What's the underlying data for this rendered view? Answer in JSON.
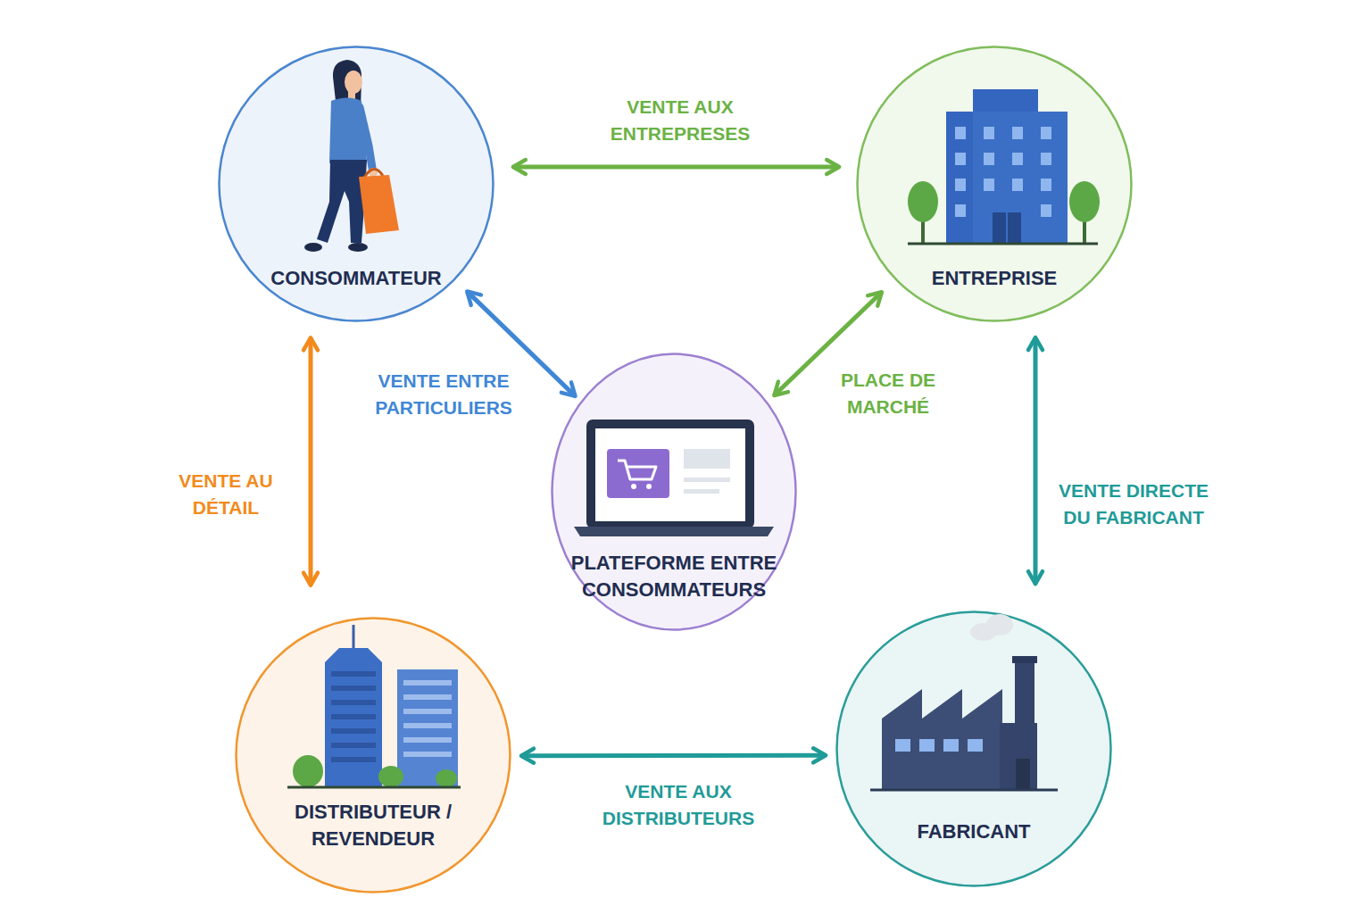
{
  "diagram": {
    "nodes": [
      {
        "text": [
          "CONSOMMATEUR"
        ]
      },
      {
        "text": [
          "ENTREPRISE"
        ]
      },
      {
        "text": [
          "PLATEFORME ENTRE CONSOMMATEURS"
        ]
      },
      {
        "text": [
          "DISTRIBUTEUR / REVENDEUR"
        ]
      },
      {
        "text": [
          "FABRICANT"
        ]
      }
    ],
    "edges": [
      {
        "from": 0,
        "to": 1,
        "label": "VENTE AUX ENTREPRESES",
        "arrow": "both"
      },
      {
        "from": 0,
        "to": 2,
        "label": "VENTE ENTRE PARTICULIERS",
        "arrow": "both"
      },
      {
        "from": 1,
        "to": 2,
        "label": "PLACE DE MARCHÉ",
        "arrow": "both"
      },
      {
        "from": 0,
        "to": 3,
        "label": "VENTE AU DÉTAIL",
        "arrow": "both"
      },
      {
        "from": 1,
        "to": 4,
        "label": "VENTE DIRECTE DU FABRICANT",
        "arrow": "both"
      },
      {
        "from": 3,
        "to": 4,
        "label": "VENTE AUX DISTRIBUTEURS",
        "arrow": "both"
      }
    ]
  }
}
